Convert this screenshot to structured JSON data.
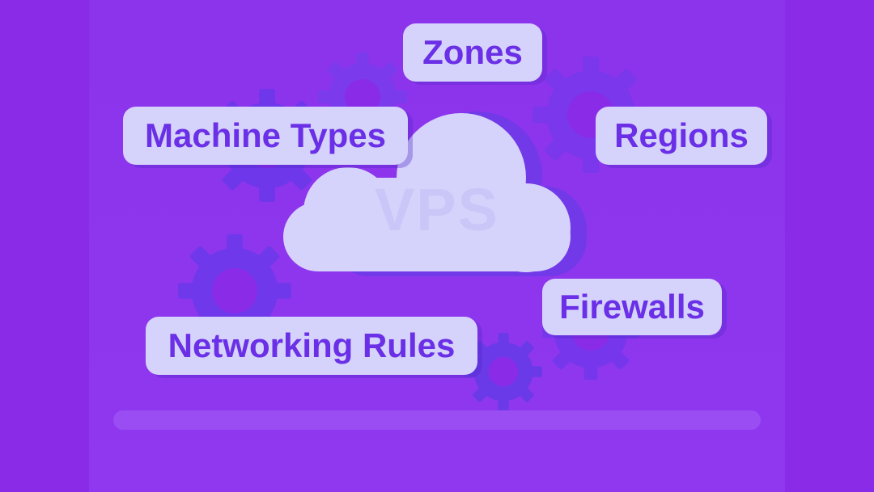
{
  "colors": {
    "background": "#8a2be8",
    "gear": "#6f3aea",
    "cloud": "#d5d3fb",
    "label_text": "#6a2fe6"
  },
  "cloud": {
    "text": "VPS"
  },
  "labels": {
    "zones": "Zones",
    "machine_types": "Machine Types",
    "regions": "Regions",
    "firewalls": "Firewalls",
    "networking_rules": "Networking Rules"
  },
  "icons": [
    "gear-icon",
    "cloud-icon"
  ]
}
